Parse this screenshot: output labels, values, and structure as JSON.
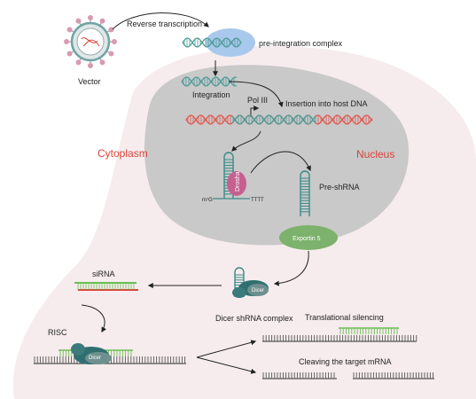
{
  "labels": {
    "reverse_transcription": "Reverse transcription",
    "pre_integration_complex": "pre-integration complex",
    "vector": "Vector",
    "integration": "Integration",
    "pol_iii": "Pol III",
    "insertion_into_host_dna": "Insertion into host DNA",
    "cytoplasm": "Cytoplasm",
    "nucleus": "Nucleus",
    "drosha": "Drosha",
    "m7g": "m⁷G",
    "tttt": "TTTT",
    "pre_shrna": "Pre-shRNA",
    "exportin_5": "Exportin 5",
    "sirna": "siRNA",
    "dicer": "Dicer",
    "dicer_shrna_complex": "Dicer shRNA complex",
    "risc": "RISC",
    "translational_silencing": "Translational silencing",
    "cleaving_target_mrna": "Cleaving the target mRNA"
  },
  "colors": {
    "cytoplasm_fill": "#f6eced",
    "nucleus_fill": "#c9c9c9",
    "dna_teal": "#4e9b98",
    "dna_red": "#e0584f",
    "red_label": "#d9433a",
    "pre_integration_blob": "#a9c9ec",
    "exportin_fill": "#7cb26b",
    "drosha_fill": "#c6608f",
    "sirna_green": "#6bbf55",
    "sirna_red": "#d9433a",
    "mrna_gray": "#555555",
    "dicer_teal": "#2f6f70"
  },
  "icons": {
    "vector": "virus-particle-icon",
    "dicer": "dicer-enzyme-icon",
    "risc": "risc-complex-icon"
  }
}
